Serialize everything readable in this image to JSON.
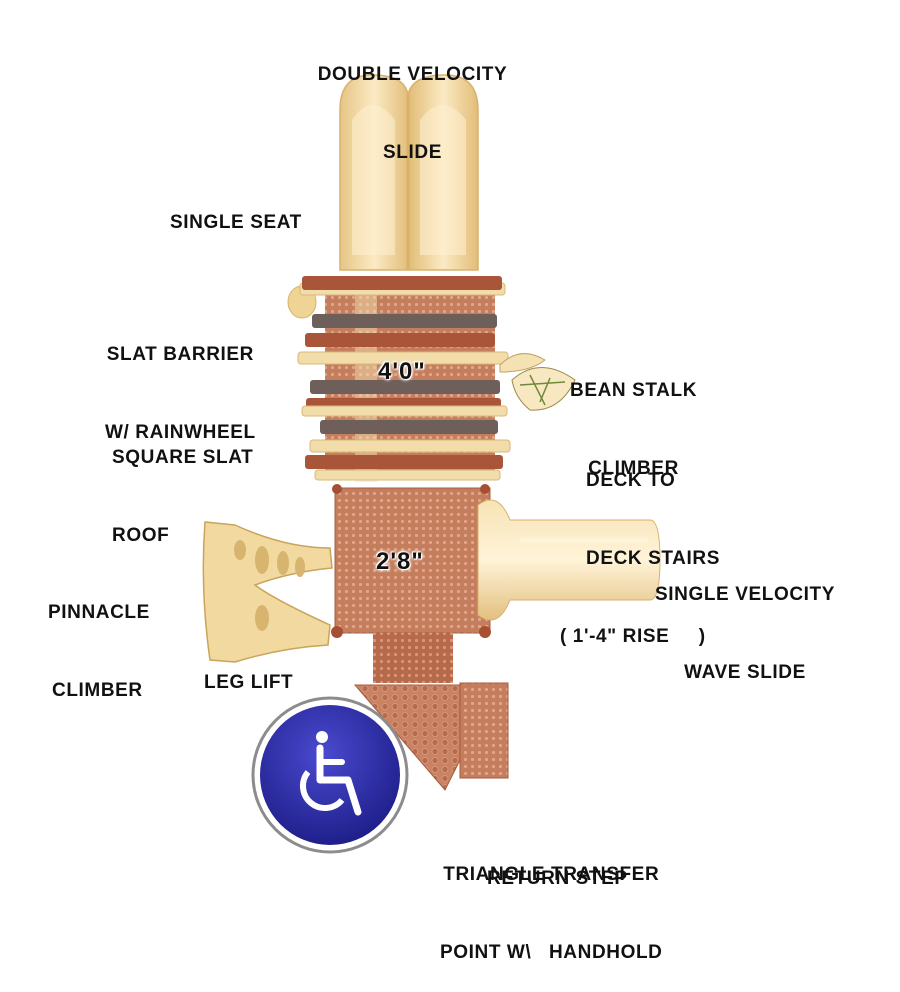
{
  "labels": {
    "double_velocity_slide": [
      "DOUBLE VELOCITY",
      "SLIDE"
    ],
    "single_seat": "SINGLE SEAT",
    "slat_barrier": [
      "SLAT BARRIER",
      "W/ RAINWHEEL"
    ],
    "bean_stalk": [
      "BEAN STALK",
      "CLIMBER"
    ],
    "square_slat_roof": [
      "SQUARE SLAT",
      "ROOF"
    ],
    "deck_to_deck": [
      "DECK TO",
      "DECK STAIRS",
      "( 1'-4\" RISE     )"
    ],
    "pinnacle_climber": [
      "PINNACLE",
      "CLIMBER"
    ],
    "single_velocity": [
      "SINGLE VELOCITY",
      "WAVE SLIDE"
    ],
    "leg_lift": "LEG LIFT",
    "triangle_transfer": [
      "TRIANGLE TRANSFER",
      "POINT W\\   HANDHOLD"
    ],
    "return_step": "RETURN STEP"
  },
  "dimensions": {
    "upper_deck": "4'0\"",
    "lower_deck": "2'8\""
  },
  "colors": {
    "plastic": "#f1d9a4",
    "deck": "#c07a5a",
    "slat_brown": "#a9553a",
    "slat_gray": "#6e5f5a",
    "accessibility_blue": "#2a2aa0"
  },
  "icons": {
    "accessibility": "wheelchair-icon"
  }
}
